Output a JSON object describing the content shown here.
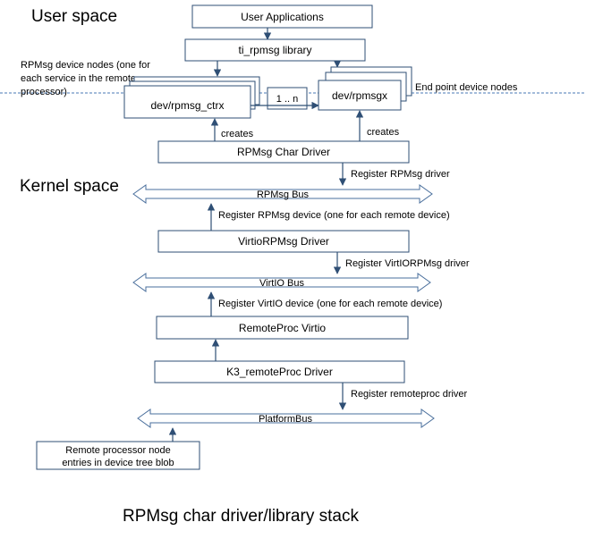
{
  "labels": {
    "user_space": "User space",
    "kernel_space": "Kernel space",
    "device_nodes_note": [
      "RPMsg device nodes (one for",
      "each service in the remote",
      "processor)"
    ],
    "endpoint_nodes_note": "End point device nodes",
    "caption": "RPMsg char driver/library stack"
  },
  "boxes": {
    "user_applications": "User Applications",
    "ti_rpmsg_library": "ti_rpmsg library",
    "rpmsg_ctrx": "dev/rpmsg_ctrx",
    "range": "1 .. n",
    "rpmsgx": "dev/rpmsgx",
    "rpmsg_char_driver": "RPMsg Char Driver",
    "virtio_rpmsg_driver": "VirtioRPMsg Driver",
    "remoteproc_virtio": "RemoteProc  Virtio",
    "k3_remoteproc_driver": "K3_remoteProc  Driver",
    "dt_node": [
      "Remote  processor node",
      "entries in device tree blob"
    ]
  },
  "buses": {
    "rpmsg_bus": "RPMsg Bus",
    "virtio_bus": "VirtIO Bus",
    "platform_bus": "PlatformBus"
  },
  "edges": {
    "creates_left": "creates",
    "creates_right": "creates",
    "register_rpmsg_driver": "Register RPMsg driver",
    "register_rpmsg_device": "Register RPMsg device (one for each remote device)",
    "register_virtio_rpmsg_driver": "Register VirtIORPMsg driver",
    "register_virtio_device": "Register VirtIO device (one for each remote  device)",
    "register_remoteproc_driver": "Register remoteproc  driver"
  }
}
